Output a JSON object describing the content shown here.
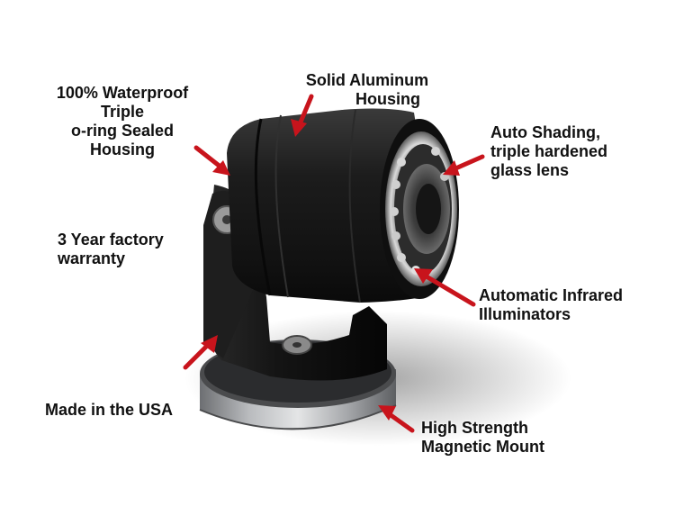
{
  "colors": {
    "arrow": "#c8141c",
    "text": "#111111",
    "housing": "#1a1a1a",
    "base": "#8d8f92"
  },
  "callouts": {
    "waterproof": [
      "100% Waterproof",
      "Triple",
      "o-ring Sealed",
      "Housing"
    ],
    "aluminum": [
      "Solid Aluminum",
      "Housing"
    ],
    "lens": [
      "Auto Shading,",
      "triple hardened",
      "glass lens"
    ],
    "warranty": [
      "3 Year factory",
      "warranty"
    ],
    "infrared": [
      "Automatic Infrared",
      "Illuminators"
    ],
    "usa": [
      "Made in the USA"
    ],
    "magnetic": [
      "High Strength",
      "Magnetic Mount"
    ]
  },
  "icons": {
    "arrow": "callout-arrow-icon",
    "screw": "screw-head-icon"
  }
}
